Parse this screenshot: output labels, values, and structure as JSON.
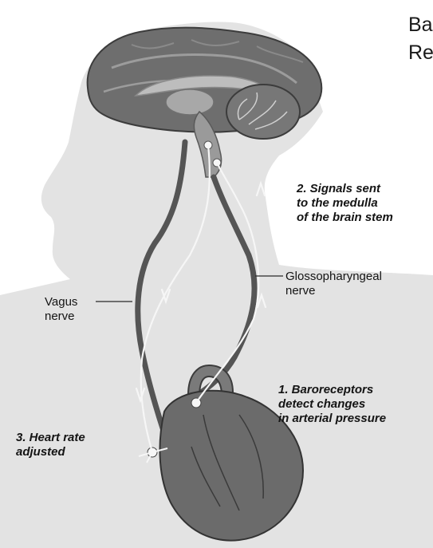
{
  "title": {
    "line1": "Ba",
    "line2": "Re"
  },
  "labels": {
    "step_2": "2. Signals sent\nto the medulla\nof the brain stem",
    "glossopharyngeal": "Glossopharyngeal\nnerve",
    "vagus": "Vagus\nnerve",
    "step_1": "1. Baroreceptors\ndetect changes\nin arterial pressure",
    "step_3": "3. Heart rate\nadjusted"
  },
  "colors": {
    "silhouette": "#e3e3e3",
    "brain": "#6e6e6e",
    "nerve": "#555555",
    "heart": "#6b6b6b",
    "signal_path": "#f6f6f6",
    "text": "#141414"
  }
}
